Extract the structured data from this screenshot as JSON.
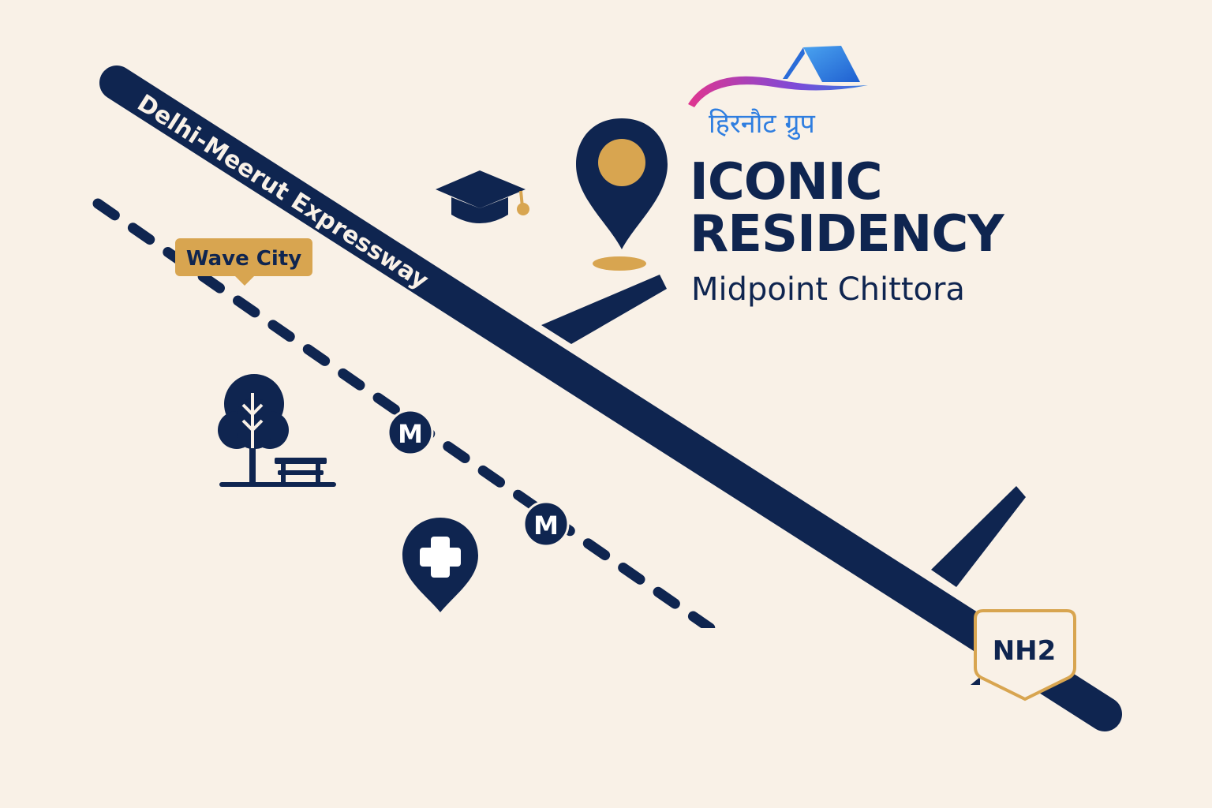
{
  "brand": {
    "logo_text": "हिरनौट ग्रुप",
    "colors": {
      "navy": "#0f2550",
      "gold": "#d8a550",
      "background": "#f9f1e7",
      "logo_blue": "#2f7ee0",
      "logo_pink": "#e0358f"
    }
  },
  "project": {
    "title_line1": "ICONIC",
    "title_line2": "RESIDENCY",
    "subtitle": "Midpoint Chittora"
  },
  "map": {
    "expressway_label": "Delhi-Meerut Expressway",
    "wave_city_label": "Wave City",
    "highway_badge": "NH2",
    "metro_symbol": "M",
    "metro_stations_count": 2,
    "icons": [
      "location-pin-icon",
      "graduation-cap-icon",
      "park-tree-bench-icon",
      "hospital-pin-icon",
      "metro-station-icon",
      "highway-shield-icon"
    ]
  }
}
